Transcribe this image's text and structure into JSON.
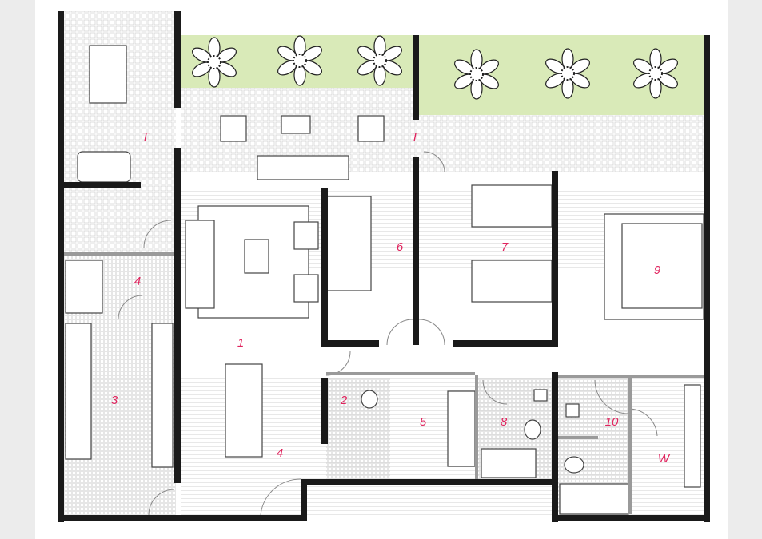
{
  "colors": {
    "background": "#ececec",
    "wall": "#1a1a1a",
    "label": "#e0245e",
    "planter": "#d9eab8",
    "terrace_tile": "#d8d8d8",
    "floor_line": "#e2e2e2"
  },
  "rooms": [
    {
      "id": "terrace-left",
      "label": "T"
    },
    {
      "id": "terrace-right",
      "label": "T"
    },
    {
      "id": "living",
      "label": "1"
    },
    {
      "id": "wc",
      "label": "2"
    },
    {
      "id": "kitchen",
      "label": "3"
    },
    {
      "id": "hall-entry",
      "label": "4"
    },
    {
      "id": "hall-dining",
      "label": "4"
    },
    {
      "id": "corridor",
      "label": "5"
    },
    {
      "id": "bedroom-6",
      "label": "6"
    },
    {
      "id": "bedroom-7",
      "label": "7"
    },
    {
      "id": "bathroom-8",
      "label": "8"
    },
    {
      "id": "bedroom-9",
      "label": "9"
    },
    {
      "id": "bathroom-10",
      "label": "10"
    },
    {
      "id": "wardrobe",
      "label": "W"
    }
  ],
  "icons": [
    "plant-icon",
    "sofa-icon",
    "bed-icon",
    "table-icon",
    "toilet-icon",
    "sink-icon",
    "bathtub-icon",
    "door-swing-icon"
  ]
}
